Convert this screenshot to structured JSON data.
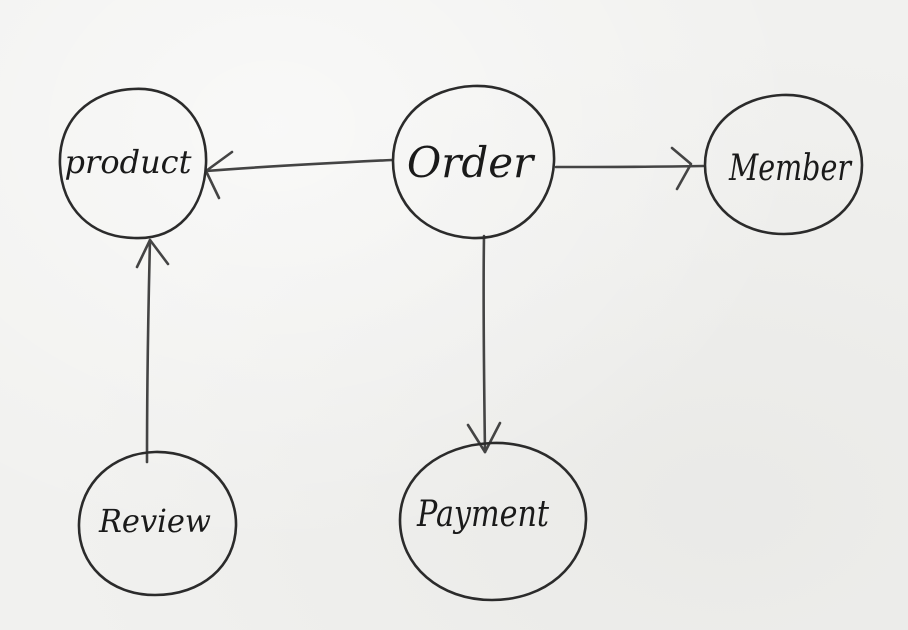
{
  "diagram": {
    "nodes": {
      "product": "product",
      "order": "Order",
      "member": "Member",
      "review": "Review",
      "payment": "Payment"
    },
    "colors": {
      "ink": "#2b2b2b",
      "paper": "#f1f1ef"
    }
  }
}
